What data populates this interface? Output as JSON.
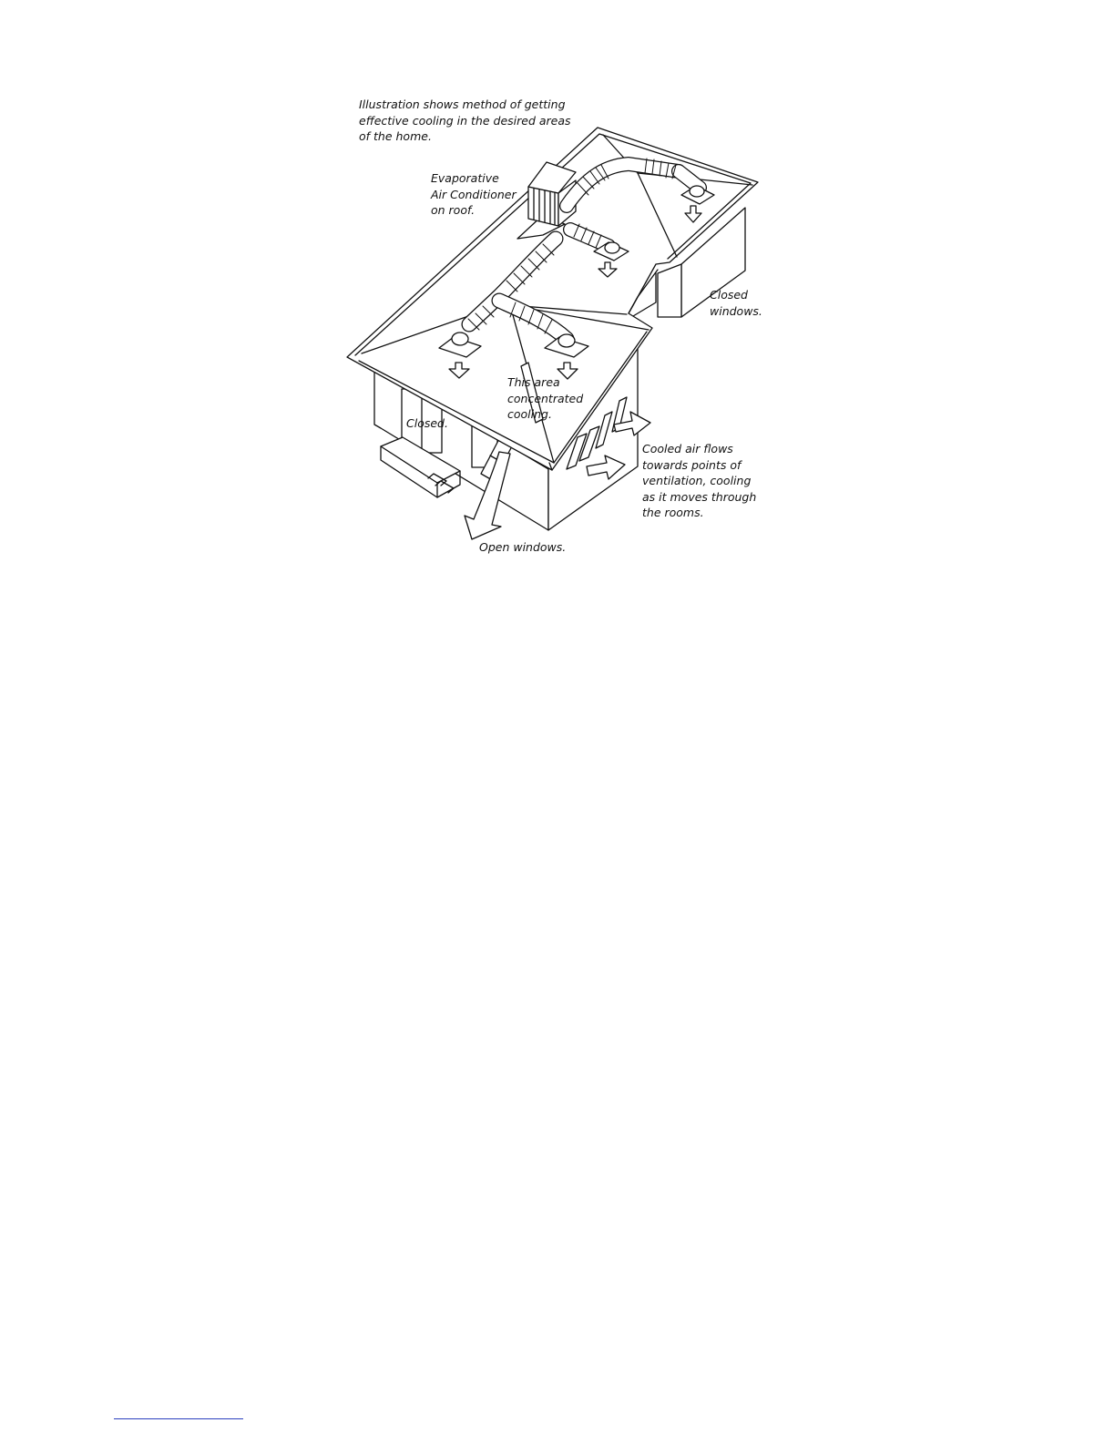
{
  "colors": {
    "ink": "#111111",
    "paper": "#ffffff",
    "footer_rule": "#2a3fbf"
  },
  "labels": {
    "intro": {
      "line1": "Illustration shows method of getting",
      "line2": "effective cooling in the desired areas",
      "line3": "of the home."
    },
    "cooler": {
      "line1": "Evaporative",
      "line2": "Air Conditioner",
      "line3": "on roof."
    },
    "closed_windows_right": {
      "line1": "Closed",
      "line2": "windows."
    },
    "concentrated": {
      "line1": "This area",
      "line2": "concentrated",
      "line3": "cooling."
    },
    "closed_left": {
      "line1": "Closed."
    },
    "cooled_air": {
      "line1": "Cooled air flows",
      "line2": "towards points of",
      "line3": "ventilation, cooling",
      "line4": "as it moves through",
      "line5": "the rooms."
    },
    "open_windows": {
      "line1": "Open windows."
    }
  },
  "icons": [
    "evaporative-cooler-icon",
    "duct-outlet-icon",
    "airflow-arrow-icon"
  ]
}
